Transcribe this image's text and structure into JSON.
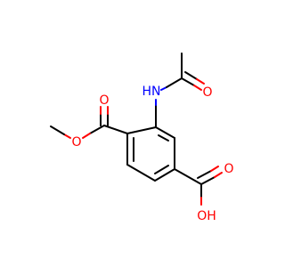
{
  "molecule": {
    "atoms": {
      "nh_label": "HN",
      "amide_o_label": "O",
      "ester_carbonyl_o_label": "O",
      "ester_o_label": "O",
      "acid_carbonyl_o_label": "O",
      "acid_oh_label": "OH"
    },
    "colors": {
      "carbon_bond": "#000000",
      "oxygen": "#ff0000",
      "nitrogen": "#0000ff",
      "background": "#ffffff"
    }
  }
}
